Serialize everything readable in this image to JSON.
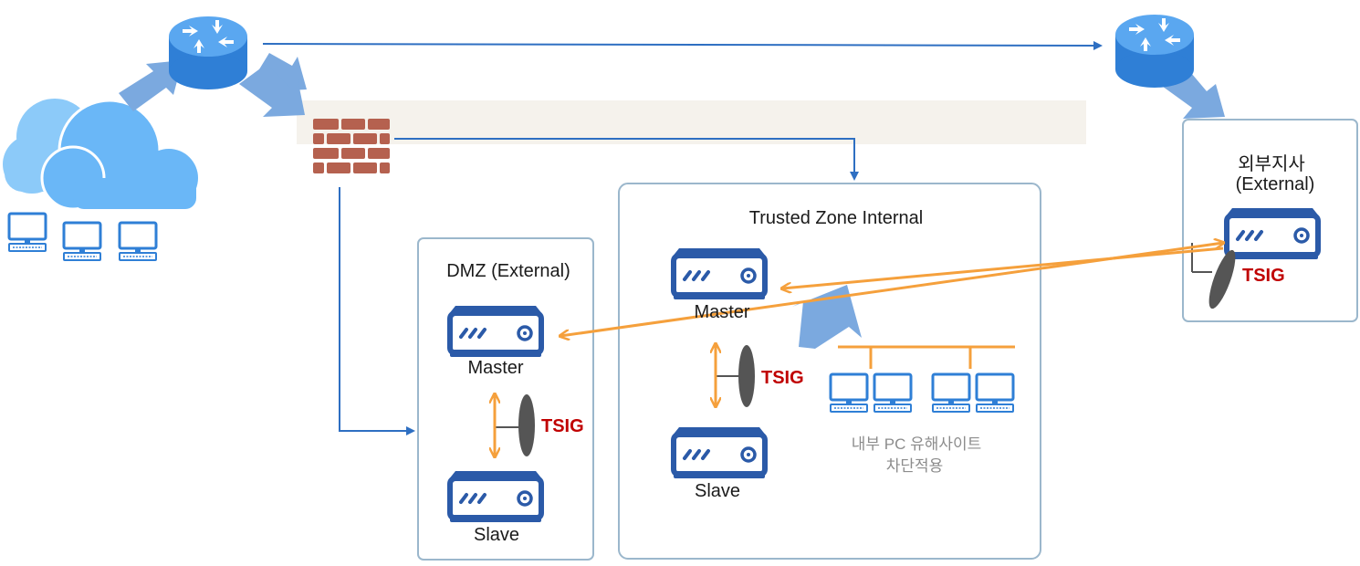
{
  "zones": {
    "dmz": {
      "title": "DMZ (External)"
    },
    "trusted": {
      "title": "Trusted Zone Internal"
    },
    "branch": {
      "title_line1": "외부지사",
      "title_line2": "(External)"
    }
  },
  "servers": {
    "dmz_master": "Master",
    "dmz_slave": "Slave",
    "trusted_master": "Master",
    "trusted_slave": "Slave"
  },
  "tsig_labels": {
    "dmz": "TSIG",
    "trusted": "TSIG",
    "branch": "TSIG"
  },
  "internal_pc_note": {
    "line1": "내부 PC 유해사이트",
    "line2": "차단적용"
  },
  "colors": {
    "connection_line": "#2e6fc2",
    "flow_arrow": "#7ba9df",
    "tsig_arrow": "#f5a03c",
    "tsig_text": "#c00000",
    "server_blue": "#2b5aa8",
    "router_blue": "#3e8ee0",
    "cloud": "#6ab7f7",
    "firewall": "#b5614f",
    "zone_border": "#9bb7cc"
  },
  "icons": [
    "cloud-icon",
    "router-icon",
    "firewall-icon",
    "server-icon",
    "desktop-pc-icon",
    "key-icon"
  ]
}
